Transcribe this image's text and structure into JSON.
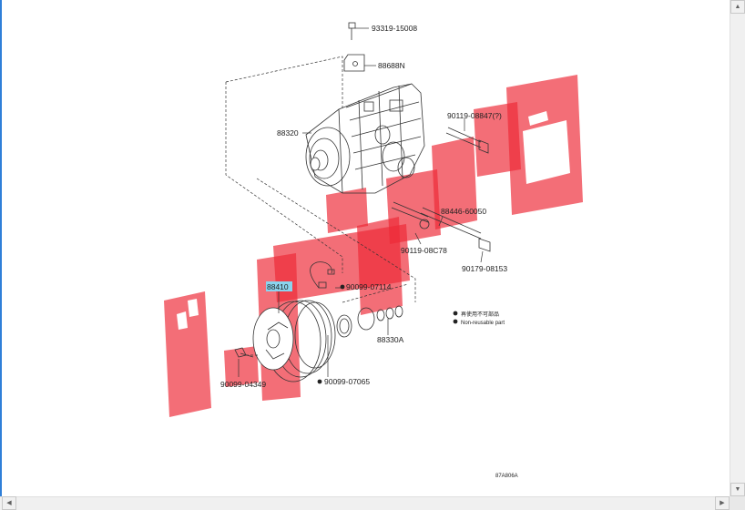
{
  "diagram": {
    "parts": {
      "bolt_top": "93319-15008",
      "bracket": "88688N",
      "compressor": "88320",
      "bolt_long": "90119-08847(?)",
      "bolt_mid": "90119-08C78",
      "stud": "88446-60050",
      "nut": "90179-08153",
      "clutch": "88410",
      "washer_top": "90099-07114",
      "bolt_clutch": "90099-04349",
      "washer_bottom": "90099-07065",
      "shims": "88330A"
    },
    "legend": {
      "jp": "再使用不可部品",
      "en": "Non-reusable part"
    },
    "figure_code": "87A806A"
  },
  "watermark": {
    "color": "#ee2a36"
  },
  "icons": {
    "scroll_up": "chevron-up-icon",
    "scroll_down": "chevron-down-icon",
    "scroll_left": "chevron-left-icon",
    "scroll_right": "chevron-right-icon"
  }
}
